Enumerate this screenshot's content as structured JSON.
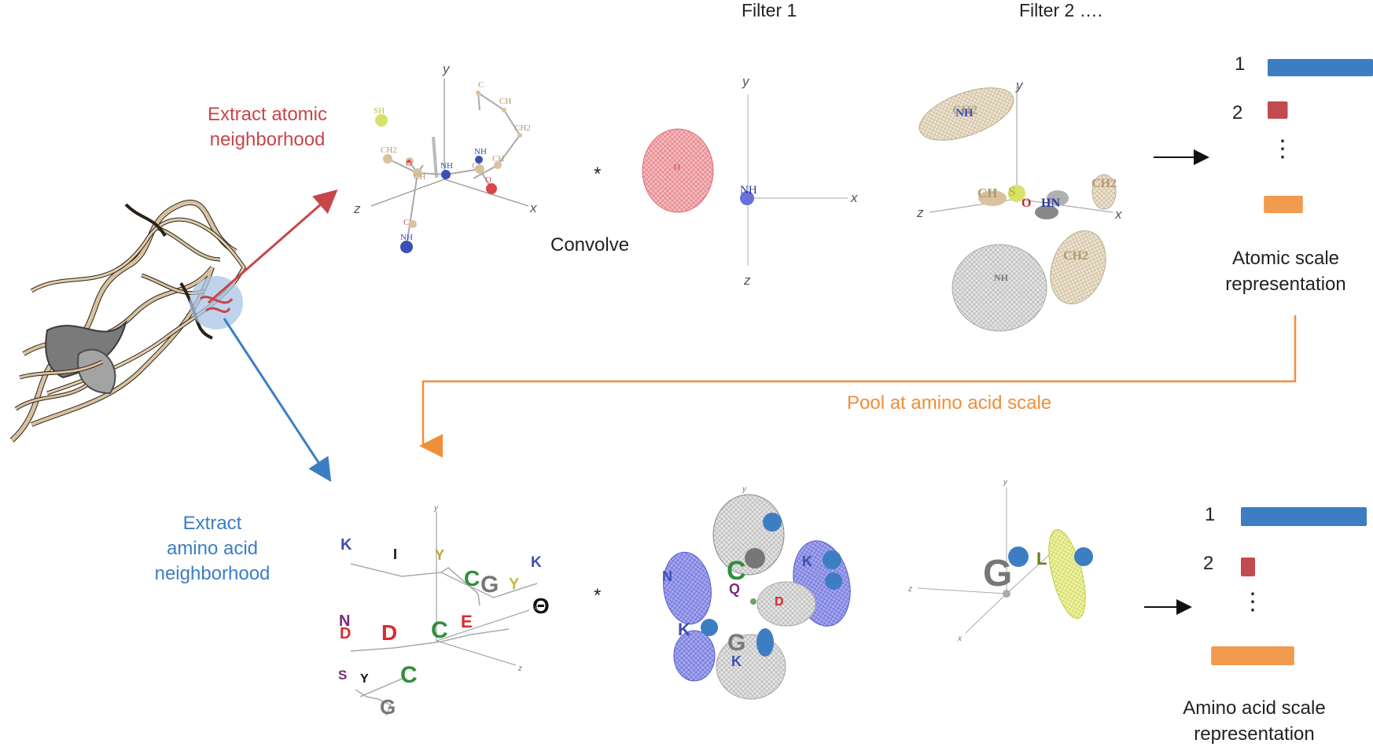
{
  "headers": {
    "filter1": "Filter 1",
    "filter2": "Filter 2 …."
  },
  "labels": {
    "extract_atomic": [
      "Extract atomic",
      "neighborhood"
    ],
    "extract_amino": [
      "Extract",
      "amino acid",
      "neighborhood"
    ],
    "convolve": "Convolve",
    "pool": "Pool at amino acid scale",
    "atomic_repr": [
      "Atomic scale",
      "representation"
    ],
    "amino_repr": [
      "Amino acid scale",
      "representation"
    ],
    "conv_op": "*",
    "vdots": "⋮"
  },
  "axes": {
    "x": "x",
    "y": "y",
    "z": "z"
  },
  "atomic_neighborhood": {
    "atoms": [
      "SH",
      "CH2",
      "O",
      "CH",
      "NH",
      "NH",
      "C",
      "CH",
      "CH2",
      "C",
      "CH",
      "O",
      "C",
      "NH"
    ]
  },
  "filter1_atoms": [
    "O",
    "NH"
  ],
  "filter2_atoms": [
    "CH2",
    "NH",
    "CH",
    "S",
    "O",
    "HN",
    "CH2",
    "NH",
    "CH2"
  ],
  "amino_neighborhood": {
    "residues": [
      "K",
      "I",
      "Y",
      "C",
      "G",
      "Y",
      "K",
      "N",
      "D",
      "C",
      "E",
      "D",
      "S",
      "Y",
      "C",
      "G"
    ]
  },
  "amino_filter1_residues": [
    "N",
    "K",
    "C",
    "Q",
    "K",
    "G",
    "K",
    "D"
  ],
  "amino_filter2_residues": [
    "G",
    "L"
  ],
  "atomic_bars": [
    {
      "label": "1",
      "value": 1.0,
      "color": "#3d7ec3"
    },
    {
      "label": "2",
      "value": 0.19,
      "color": "#c14b4f"
    },
    {
      "label": "",
      "value": 0.37,
      "color": "#f29a4e"
    }
  ],
  "amino_bars": [
    {
      "label": "1",
      "value": 1.0,
      "color": "#3d7ec3"
    },
    {
      "label": "2",
      "value": 0.11,
      "color": "#c14b4f"
    },
    {
      "label": "",
      "value": 0.66,
      "color": "#f29a4e"
    }
  ],
  "colors": {
    "red_arrow": "#c8454a",
    "blue_arrow": "#3c7ec4",
    "orange": "#f08e3a",
    "protein": "#d9c2a0",
    "filter_red": "#e98c90",
    "filter_blue": "#6c6fd9",
    "filter_grey": "#bfbfbf",
    "filter_tan": "#d8c8a8",
    "filter_yellow": "#d8df6a"
  }
}
